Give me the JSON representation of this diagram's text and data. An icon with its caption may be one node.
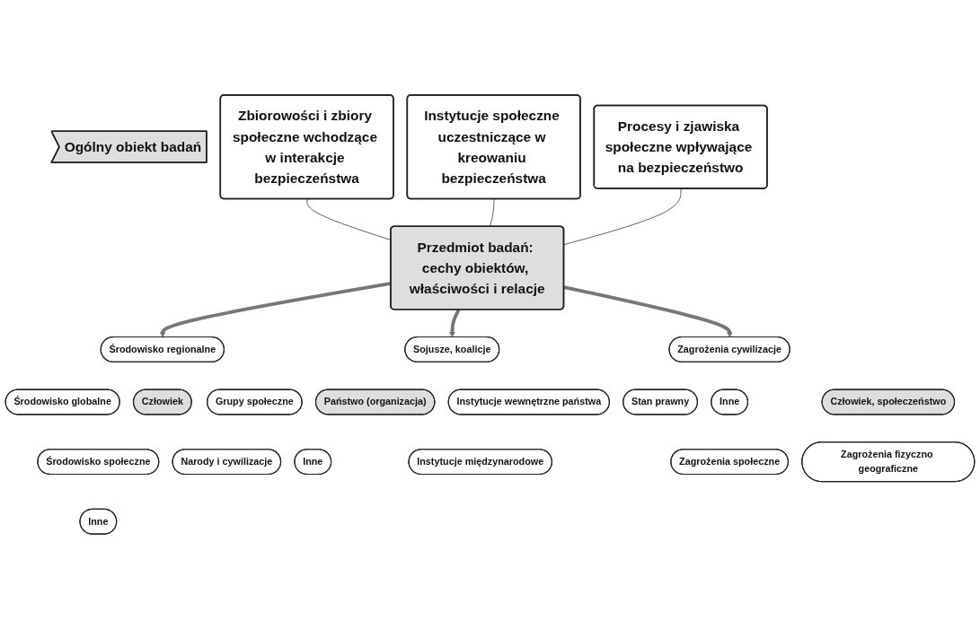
{
  "diagram": {
    "nodes": [
      {
        "text": [
          "Ogólny obiekt badań"
        ]
      },
      {
        "text": [
          "Zbiorowości i zbiory społeczne wchodzące w interakcje bezpieczeństwa"
        ]
      },
      {
        "text": [
          "Instytucje społeczne uczestniczące w kreowaniu bezpieczeństwa"
        ]
      },
      {
        "text": [
          "Procesy i zjawiska społeczne wpływające na bezpieczeństwo"
        ]
      },
      {
        "text": [
          "Przedmiot badań: cechy obiektów, właściwości i relacje"
        ]
      },
      {
        "text": [
          "Środowisko regionalne"
        ]
      },
      {
        "text": [
          "Środowisko globalne"
        ]
      },
      {
        "text": [
          "Człowiek"
        ]
      },
      {
        "text": [
          "Grupy społeczne"
        ]
      },
      {
        "text": [
          "Środowisko społeczne"
        ]
      },
      {
        "text": [
          "Narody i cywilizacje"
        ]
      },
      {
        "text": [
          "Inne"
        ]
      },
      {
        "text": [
          "Sojusze, koalicje"
        ]
      },
      {
        "text": [
          "Państwo (organizacja)"
        ]
      },
      {
        "text": [
          "Instytucje wewnętrzne państwa"
        ]
      },
      {
        "text": [
          "Inne"
        ]
      },
      {
        "text": [
          "Instytucje międzynarodowe"
        ]
      },
      {
        "text": [
          "Zagrożenia cywilizacje"
        ]
      },
      {
        "text": [
          "Stan prawny"
        ]
      },
      {
        "text": [
          "Inne"
        ]
      },
      {
        "text": [
          "Człowiek, społeczeństwo"
        ]
      },
      {
        "text": [
          "Zagrożenia społeczne"
        ]
      },
      {
        "text": [
          "Zagrożenia fizyczno geograficzne"
        ]
      }
    ],
    "edges": [
      {
        "from": 1,
        "to": 4,
        "arrow": "none"
      },
      {
        "from": 2,
        "to": 4,
        "arrow": "none"
      },
      {
        "from": 3,
        "to": 4,
        "arrow": "none"
      },
      {
        "from": 4,
        "to": 5,
        "arrow": "to",
        "style": "thick"
      },
      {
        "from": 4,
        "to": 12,
        "arrow": "to",
        "style": "thick"
      },
      {
        "from": 4,
        "to": 17,
        "arrow": "to",
        "style": "thick"
      }
    ]
  }
}
